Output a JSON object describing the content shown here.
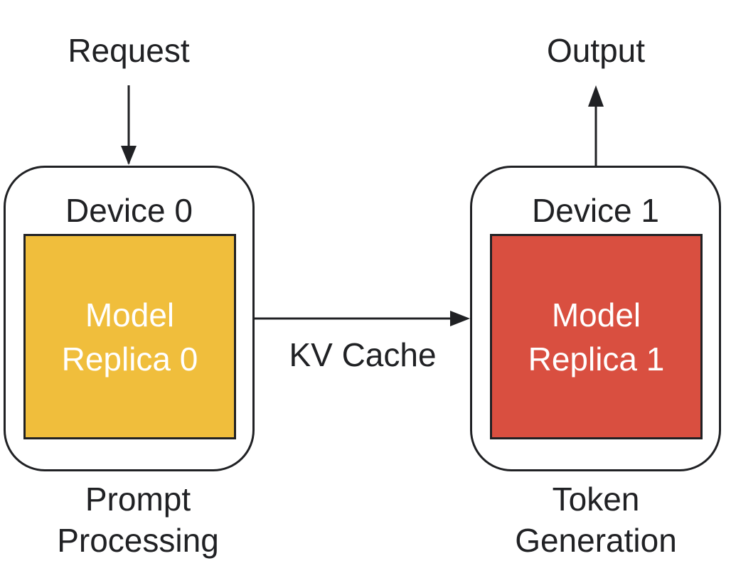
{
  "diagram": {
    "request_label": "Request",
    "output_label": "Output",
    "kv_cache_label": "KV Cache",
    "device0": {
      "title": "Device 0",
      "replica_line1": "Model",
      "replica_line2": "Replica 0",
      "replica_color": "#F0BE3C",
      "stage_line1": "Prompt",
      "stage_line2": "Processing"
    },
    "device1": {
      "title": "Device 1",
      "replica_line1": "Model",
      "replica_line2": "Replica 1",
      "replica_color": "#D94F40",
      "stage_line1": "Token",
      "stage_line2": "Generation"
    }
  }
}
